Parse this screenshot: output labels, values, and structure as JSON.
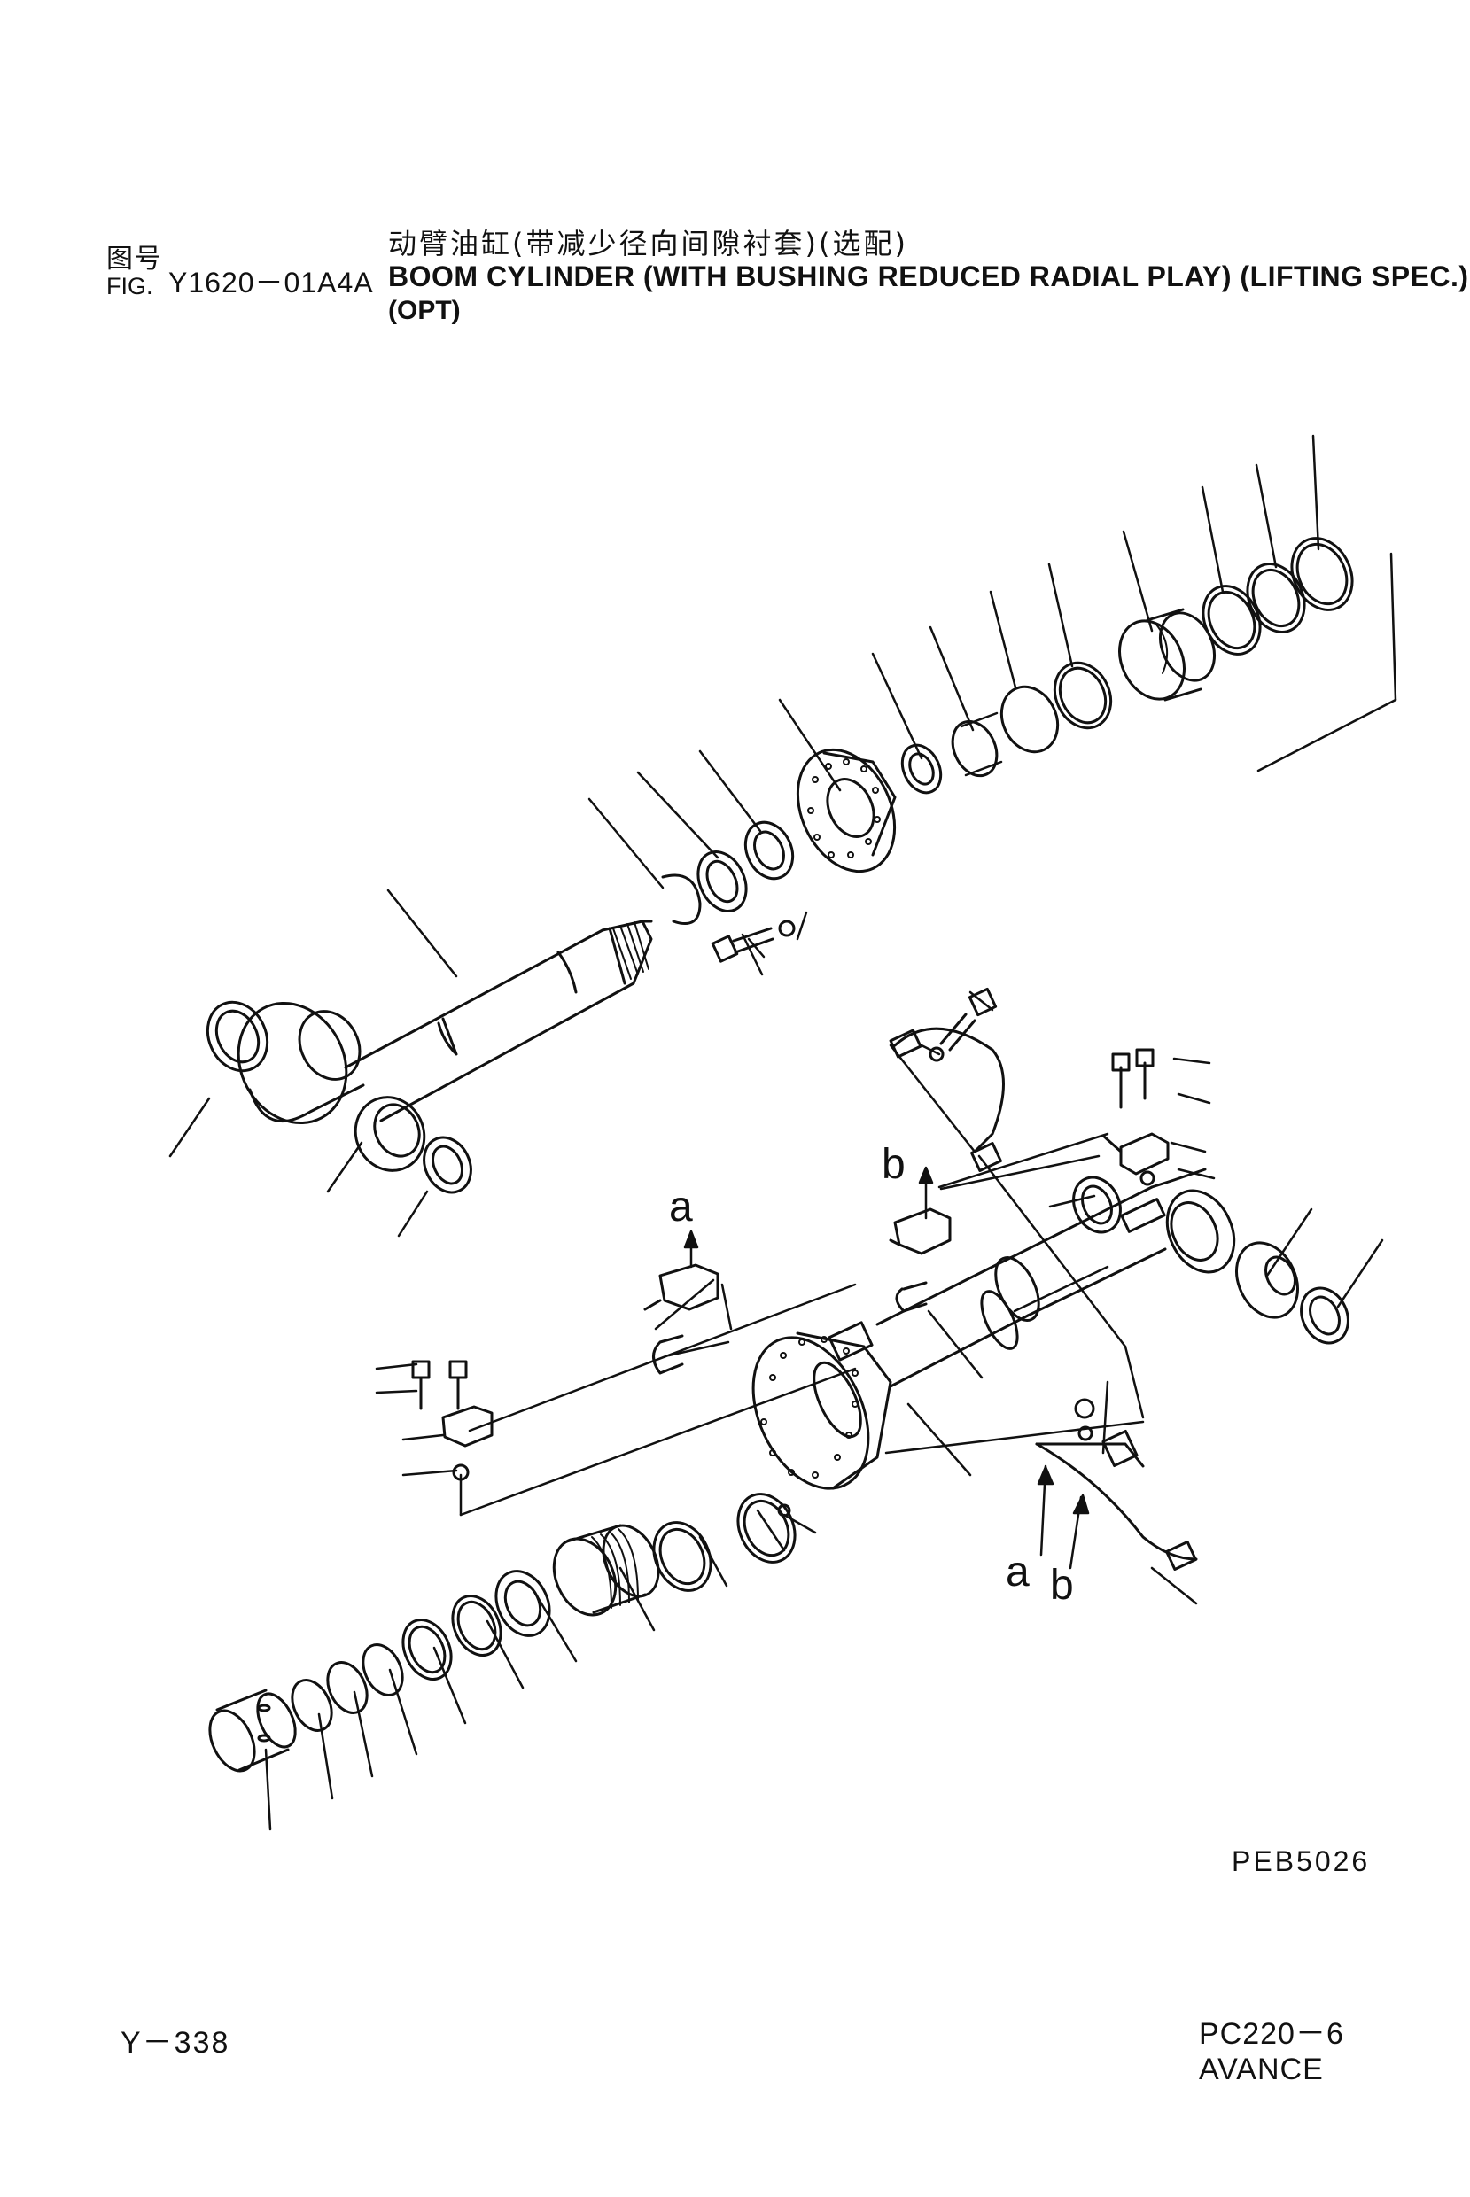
{
  "header": {
    "fig_label_cn": "图号",
    "fig_label_en": "FIG.",
    "fig_number": "Y1620－01A4A",
    "title_cn": "动臂油缸(带减少径向间隙衬套)(选配)",
    "title_en": "BOOM CYLINDER (WITH BUSHING REDUCED RADIAL PLAY) (LIFTING SPEC.)",
    "title_opt": "(OPT)"
  },
  "callouts": {
    "a_upper": "a",
    "b_upper": "b",
    "a_lower": "a",
    "b_lower": "b"
  },
  "drawing_code": "PEB5026",
  "footer": {
    "page_number": "Y－338",
    "model": "PC220－6 AVANCE"
  },
  "colors": {
    "ink": "#111111",
    "paper": "#ffffff"
  }
}
